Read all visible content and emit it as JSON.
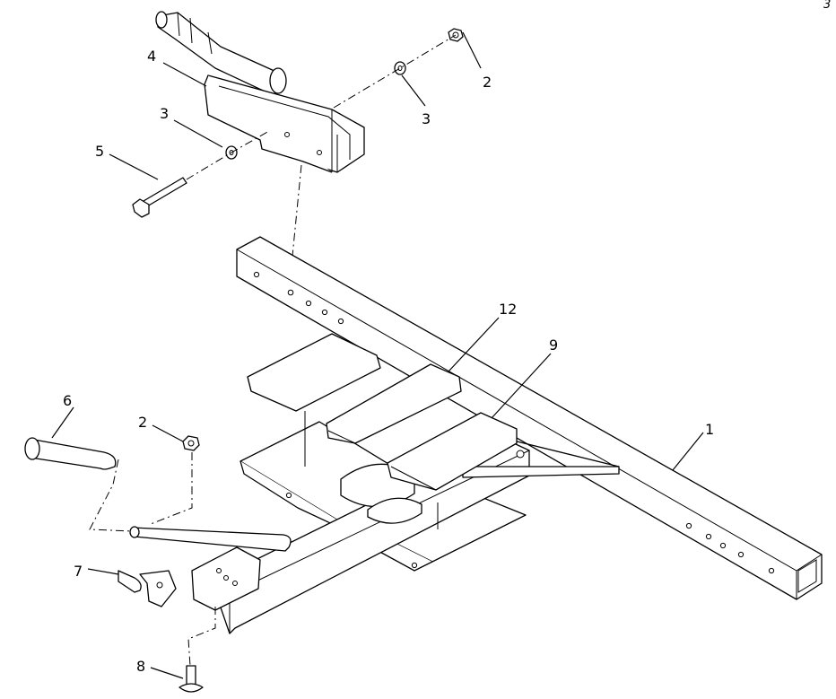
{
  "sheet": {
    "corner_mark": "3"
  },
  "callouts": {
    "c1": "1",
    "c2a": "2",
    "c2b": "2",
    "c3a": "3",
    "c3b": "3",
    "c4": "4",
    "c5": "5",
    "c6": "6",
    "c7": "7",
    "c8": "8",
    "c9": "9",
    "c12": "12"
  }
}
